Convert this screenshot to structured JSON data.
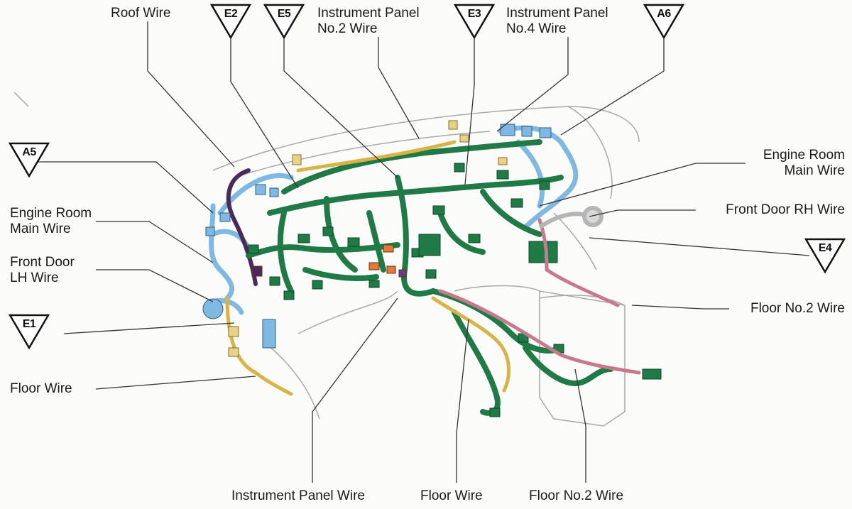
{
  "labels": {
    "roof_wire": "Roof Wire",
    "ip_no2_line1": "Instrument Panel",
    "ip_no2_line2": "No.2 Wire",
    "ip_no4_line1": "Instrument Panel",
    "ip_no4_line2": "No.4 Wire",
    "engine_room_left_line1": "Engine Room",
    "engine_room_left_line2": "Main Wire",
    "front_door_lh_line1": "Front Door",
    "front_door_lh_line2": "LH Wire",
    "floor_wire_left": "Floor Wire",
    "engine_room_right_line1": "Engine Room",
    "engine_room_right_line2": "Main Wire",
    "front_door_rh": "Front Door RH Wire",
    "floor_no2_right": "Floor No.2 Wire",
    "instrument_panel_wire": "Instrument Panel Wire",
    "floor_wire_bottom": "Floor Wire",
    "floor_no2_bottom": "Floor No.2 Wire"
  },
  "ground_points": {
    "e2": "E2",
    "e5": "E5",
    "e3": "E3",
    "a6": "A6",
    "a5": "A5",
    "e1": "E1",
    "e4": "E4"
  },
  "colors": {
    "instrument_panel_wire": "#1f7a46",
    "engine_room_main_wire": "#7fb8e0",
    "roof_wire": "#4a2a5a",
    "floor_wire": "#d9b347",
    "floor_no2_wire": "#c77a8e",
    "outline": "#9a9a9a",
    "connector_orange": "#e07a3a"
  }
}
